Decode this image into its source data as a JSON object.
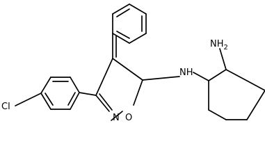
{
  "labels": {
    "cl": "Cl",
    "n_ring": "N",
    "o_ring": "O",
    "nh": "NH",
    "nh2": "NH",
    "nh2_sub": "2"
  }
}
